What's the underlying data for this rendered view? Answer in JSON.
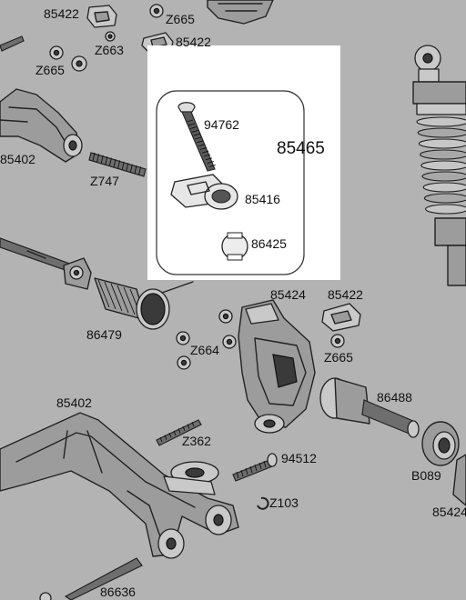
{
  "labels": {
    "p85422_a": "85422",
    "z665_a": "Z665",
    "z663": "Z663",
    "p85422_b": "85422",
    "z665_b": "Z665",
    "p85402_a": "85402",
    "z747": "Z747",
    "p94762": "94762",
    "p85465": "85465",
    "p85416": "85416",
    "p86425": "86425",
    "p85424_a": "85424",
    "p85422_c": "85422",
    "p86479": "86479",
    "z664": "Z664",
    "z665_c": "Z665",
    "p86488": "86488",
    "p85402_b": "85402",
    "z362": "Z362",
    "p94512": "94512",
    "z103": "Z103",
    "b089": "B089",
    "p85424_b": "85424",
    "p86636": "86636"
  }
}
